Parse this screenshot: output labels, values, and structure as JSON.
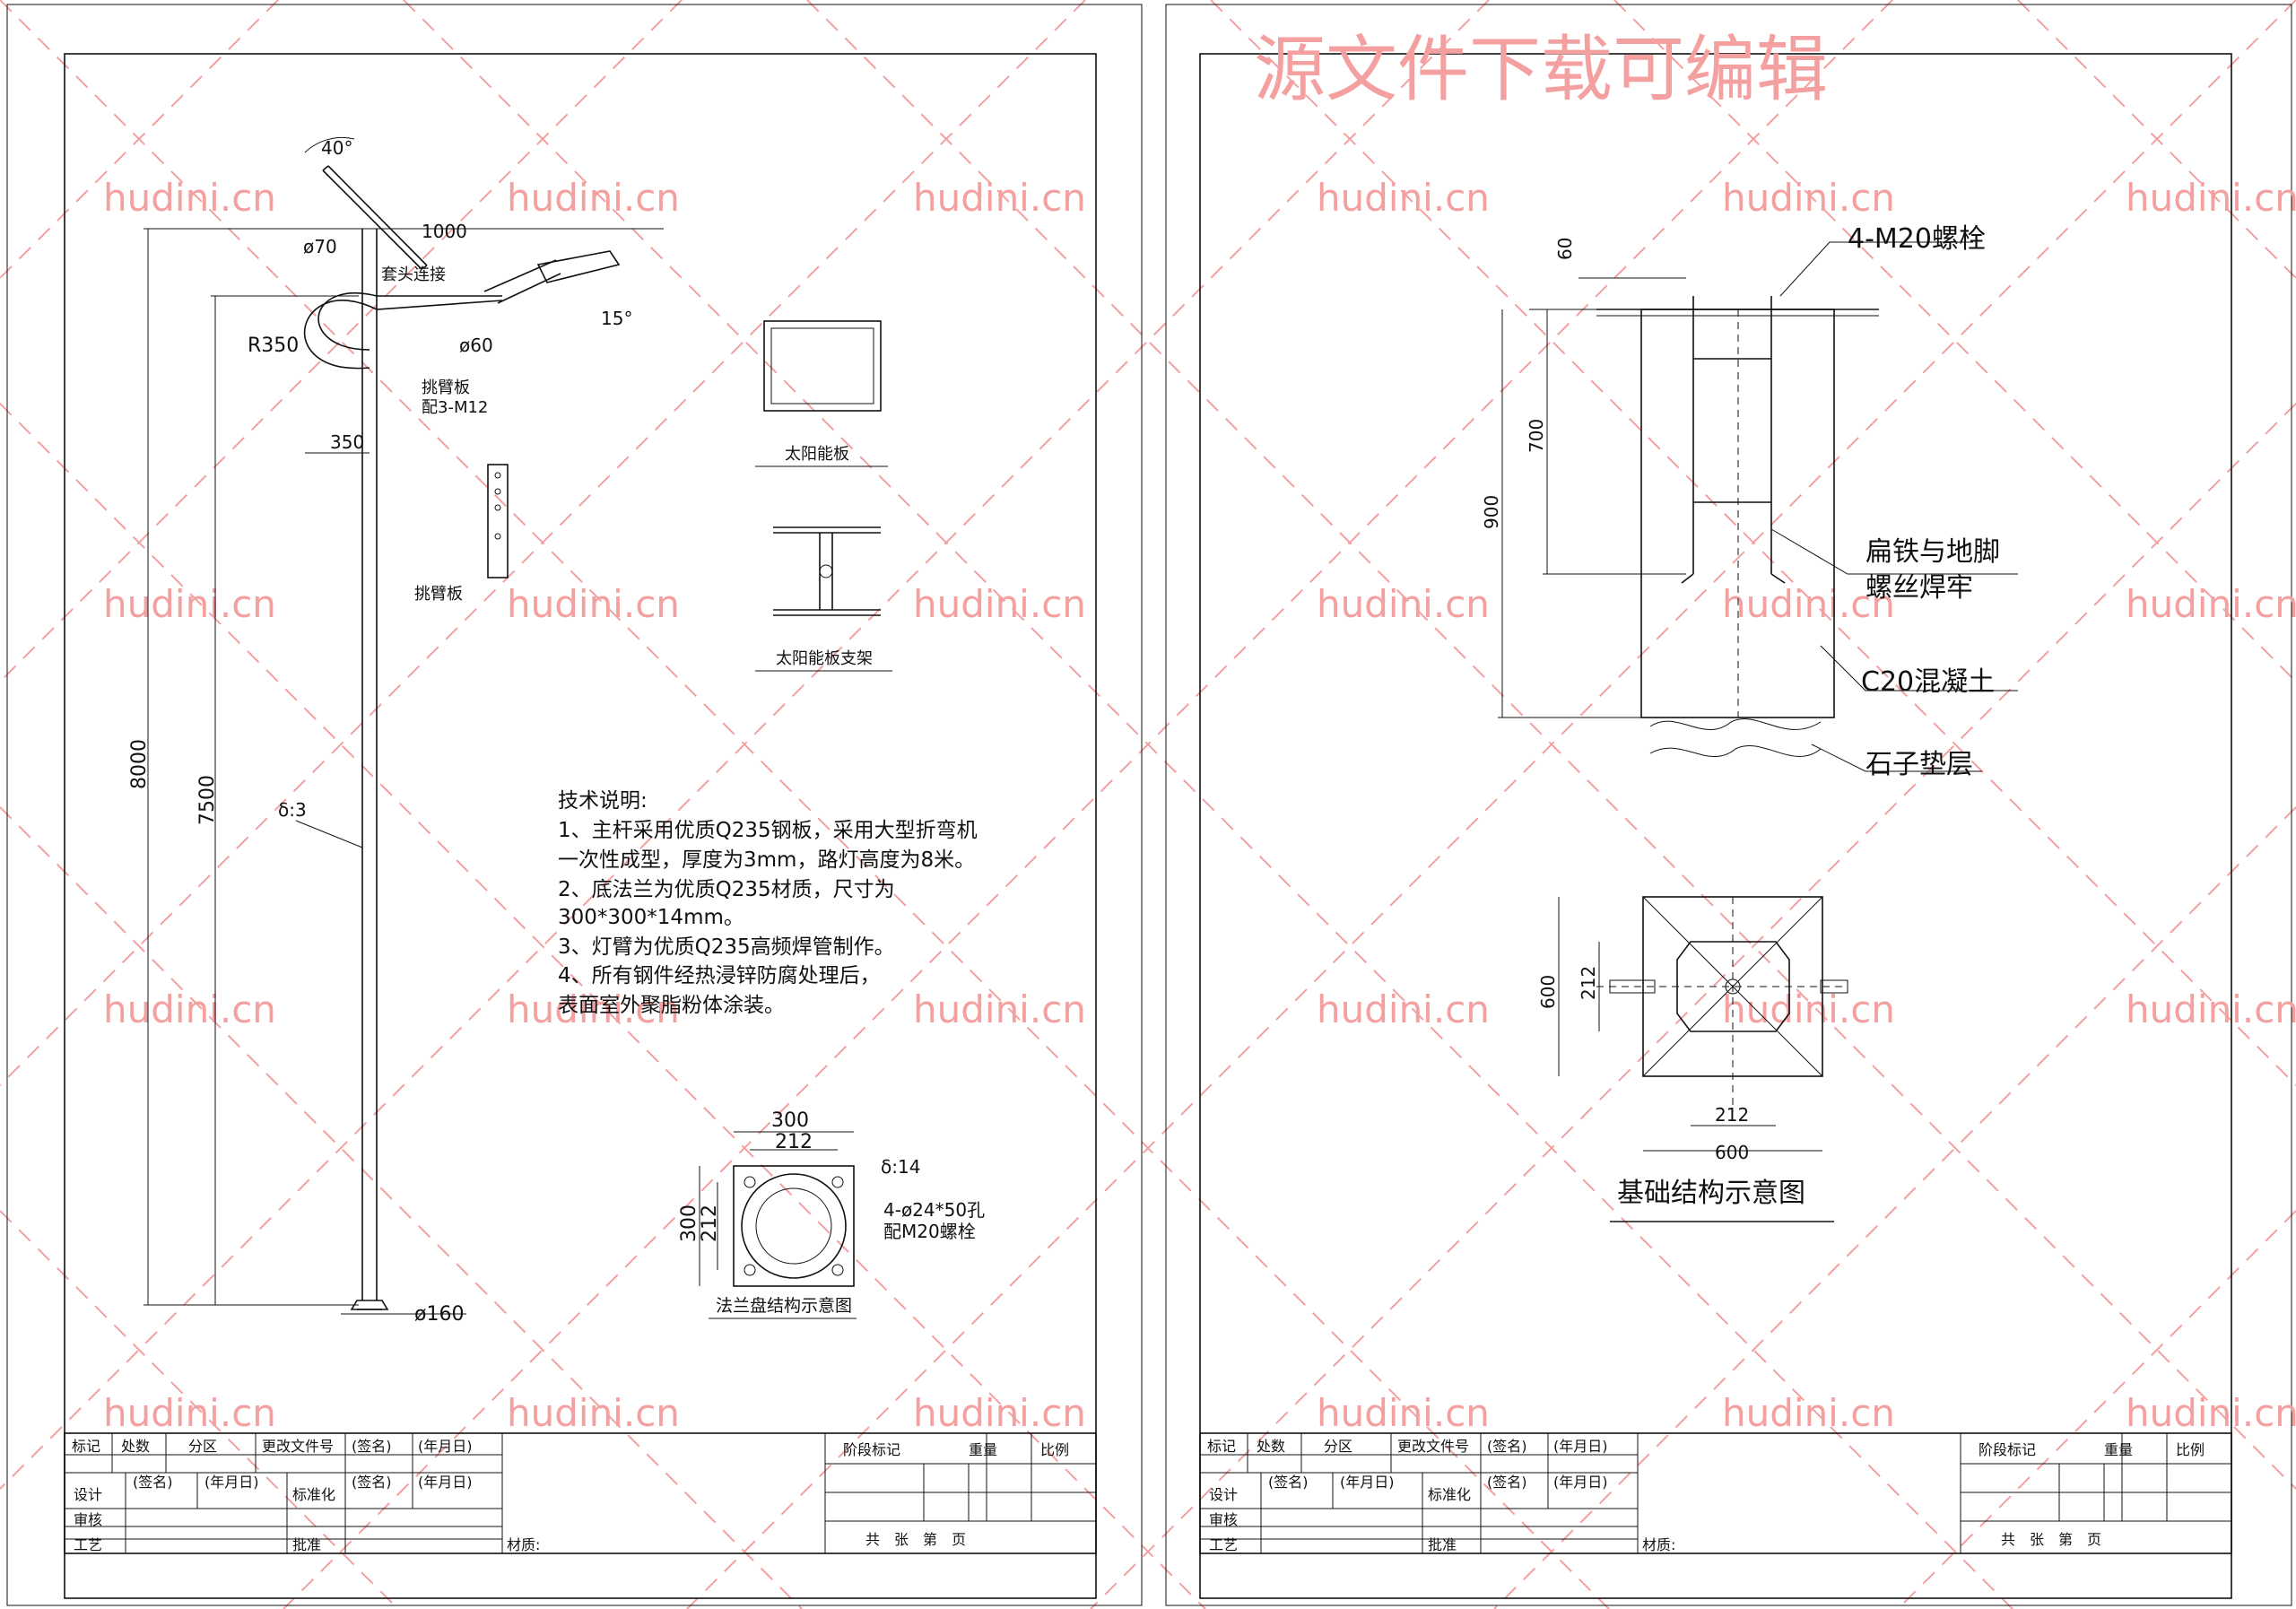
{
  "banner": "源文件下载可编辑",
  "watermark": "hudini.cn",
  "left": {
    "dims": {
      "angle40": "40°",
      "d70": "ø70",
      "len1000": "1000",
      "joint": "套头连接",
      "angle15": "15°",
      "r350": "R350",
      "d60": "ø60",
      "plate": "挑臂板",
      "bolts": "配3-M12",
      "w350": "350",
      "h8000": "8000",
      "h7500": "7500",
      "thick": "δ:3",
      "base": "ø160",
      "plate2": "挑臂板"
    },
    "solar_panel": "太阳能板",
    "solar_bracket": "太阳能板支架",
    "notes_title": "技术说明:",
    "notes": [
      "1、主杆采用优质Q235钢板，采用大型折弯机",
      "一次性成型，厚度为3mm，路灯高度为8米。",
      "2、底法兰为优质Q235材质，尺寸为",
      "300*300*14mm。",
      "3、灯臂为优质Q235高频焊管制作。",
      "4、所有钢件经热浸锌防腐处理后，",
      "表面室外聚脂粉体涂装。"
    ],
    "flange": {
      "w300": "300",
      "w212": "212",
      "h300": "300",
      "h212": "212",
      "thick": "δ:14",
      "holes": "4-ø24*50孔",
      "bolts": "配M20螺栓",
      "caption": "法兰盘结构示意图"
    }
  },
  "right": {
    "bolt": "4-M20螺栓",
    "d60": "60",
    "d700": "700",
    "d900": "900",
    "weld": [
      "扁铁与地脚",
      "螺丝焊牢"
    ],
    "concrete": "C20混凝土",
    "gravel": "石子垫层",
    "plan": {
      "h600": "600",
      "h212": "212",
      "w212": "212",
      "w600": "600"
    },
    "caption": "基础结构示意图"
  },
  "titleblock": {
    "row1": [
      "标记",
      "处数",
      "分区",
      "更改文件号",
      "(签名)",
      "(年月日)"
    ],
    "design": "设计",
    "sign": "(签名)",
    "date": "(年月日)",
    "std": "标准化",
    "sign2": "(签名)",
    "date2": "(年月日)",
    "review": "审核",
    "process": "工艺",
    "approve": "批准",
    "material": "材质:",
    "stage": "阶段标记",
    "weight": "重量",
    "scale": "比例",
    "sheets": "共　张　第　页"
  }
}
